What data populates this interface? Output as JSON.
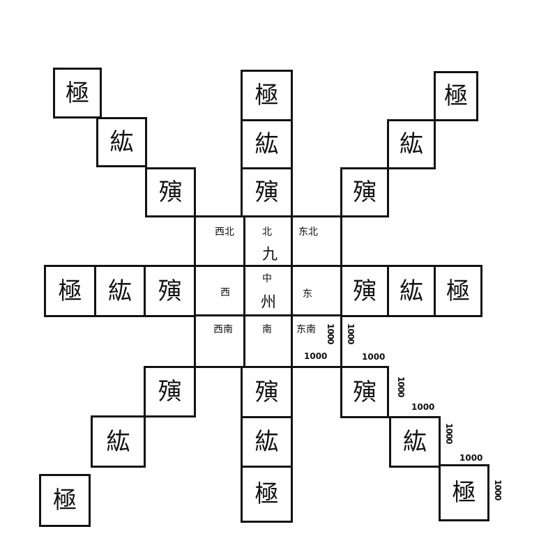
{
  "tiers": {
    "inner": "殥",
    "middle": "紘",
    "outer": "極"
  },
  "center": {
    "northwest": "西北",
    "north": "北",
    "northeast": "东北",
    "west": "西",
    "middle": "中",
    "east": "东",
    "southwest": "西南",
    "south": "南",
    "southeast": "东南",
    "nine": "九",
    "province": "州"
  },
  "distance_label": "1000"
}
